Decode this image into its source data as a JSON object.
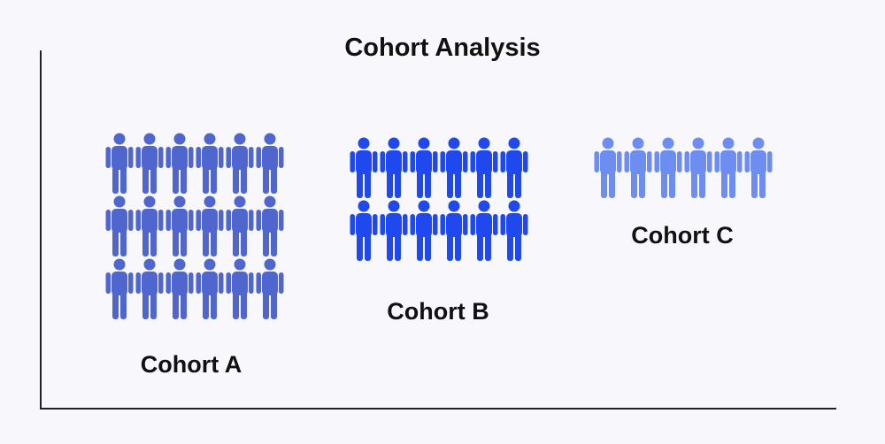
{
  "title": "Cohort Analysis",
  "figure_icon": "person-icon",
  "cohorts": [
    {
      "label": "Cohort A",
      "rows": 3,
      "per_row": 6,
      "color": "#4f66cf"
    },
    {
      "label": "Cohort B",
      "rows": 2,
      "per_row": 6,
      "color": "#1f49ee"
    },
    {
      "label": "Cohort C",
      "rows": 1,
      "per_row": 6,
      "color": "#6d8ef0"
    }
  ]
}
